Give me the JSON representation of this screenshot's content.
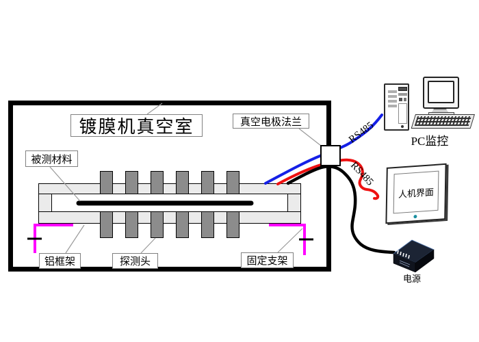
{
  "diagram": {
    "title": "镀膜机真空室",
    "component_labels": {
      "specimen": "被测材料",
      "aluminum_frame": "铝框架",
      "detector_head": "探测头",
      "fixed_bracket": "固定支架",
      "vacuum_flange": "真空电极法兰"
    },
    "bus_labels": {
      "to_pc": "RS485",
      "to_hmi": "RS485"
    },
    "devices": {
      "pc": "PC监控",
      "hmi": "人机界面",
      "power": "电源"
    },
    "colors": {
      "rs485_pc_wire": "#1520e6",
      "rs485_hmi_wire": "#ee1111",
      "power_wire": "#000000",
      "frame_bracket": "#ff00ff",
      "rail_fill": "#ebebeb",
      "probe_fill": "#8c8c8c",
      "hmi_power_led": "#1b8fa0"
    }
  }
}
